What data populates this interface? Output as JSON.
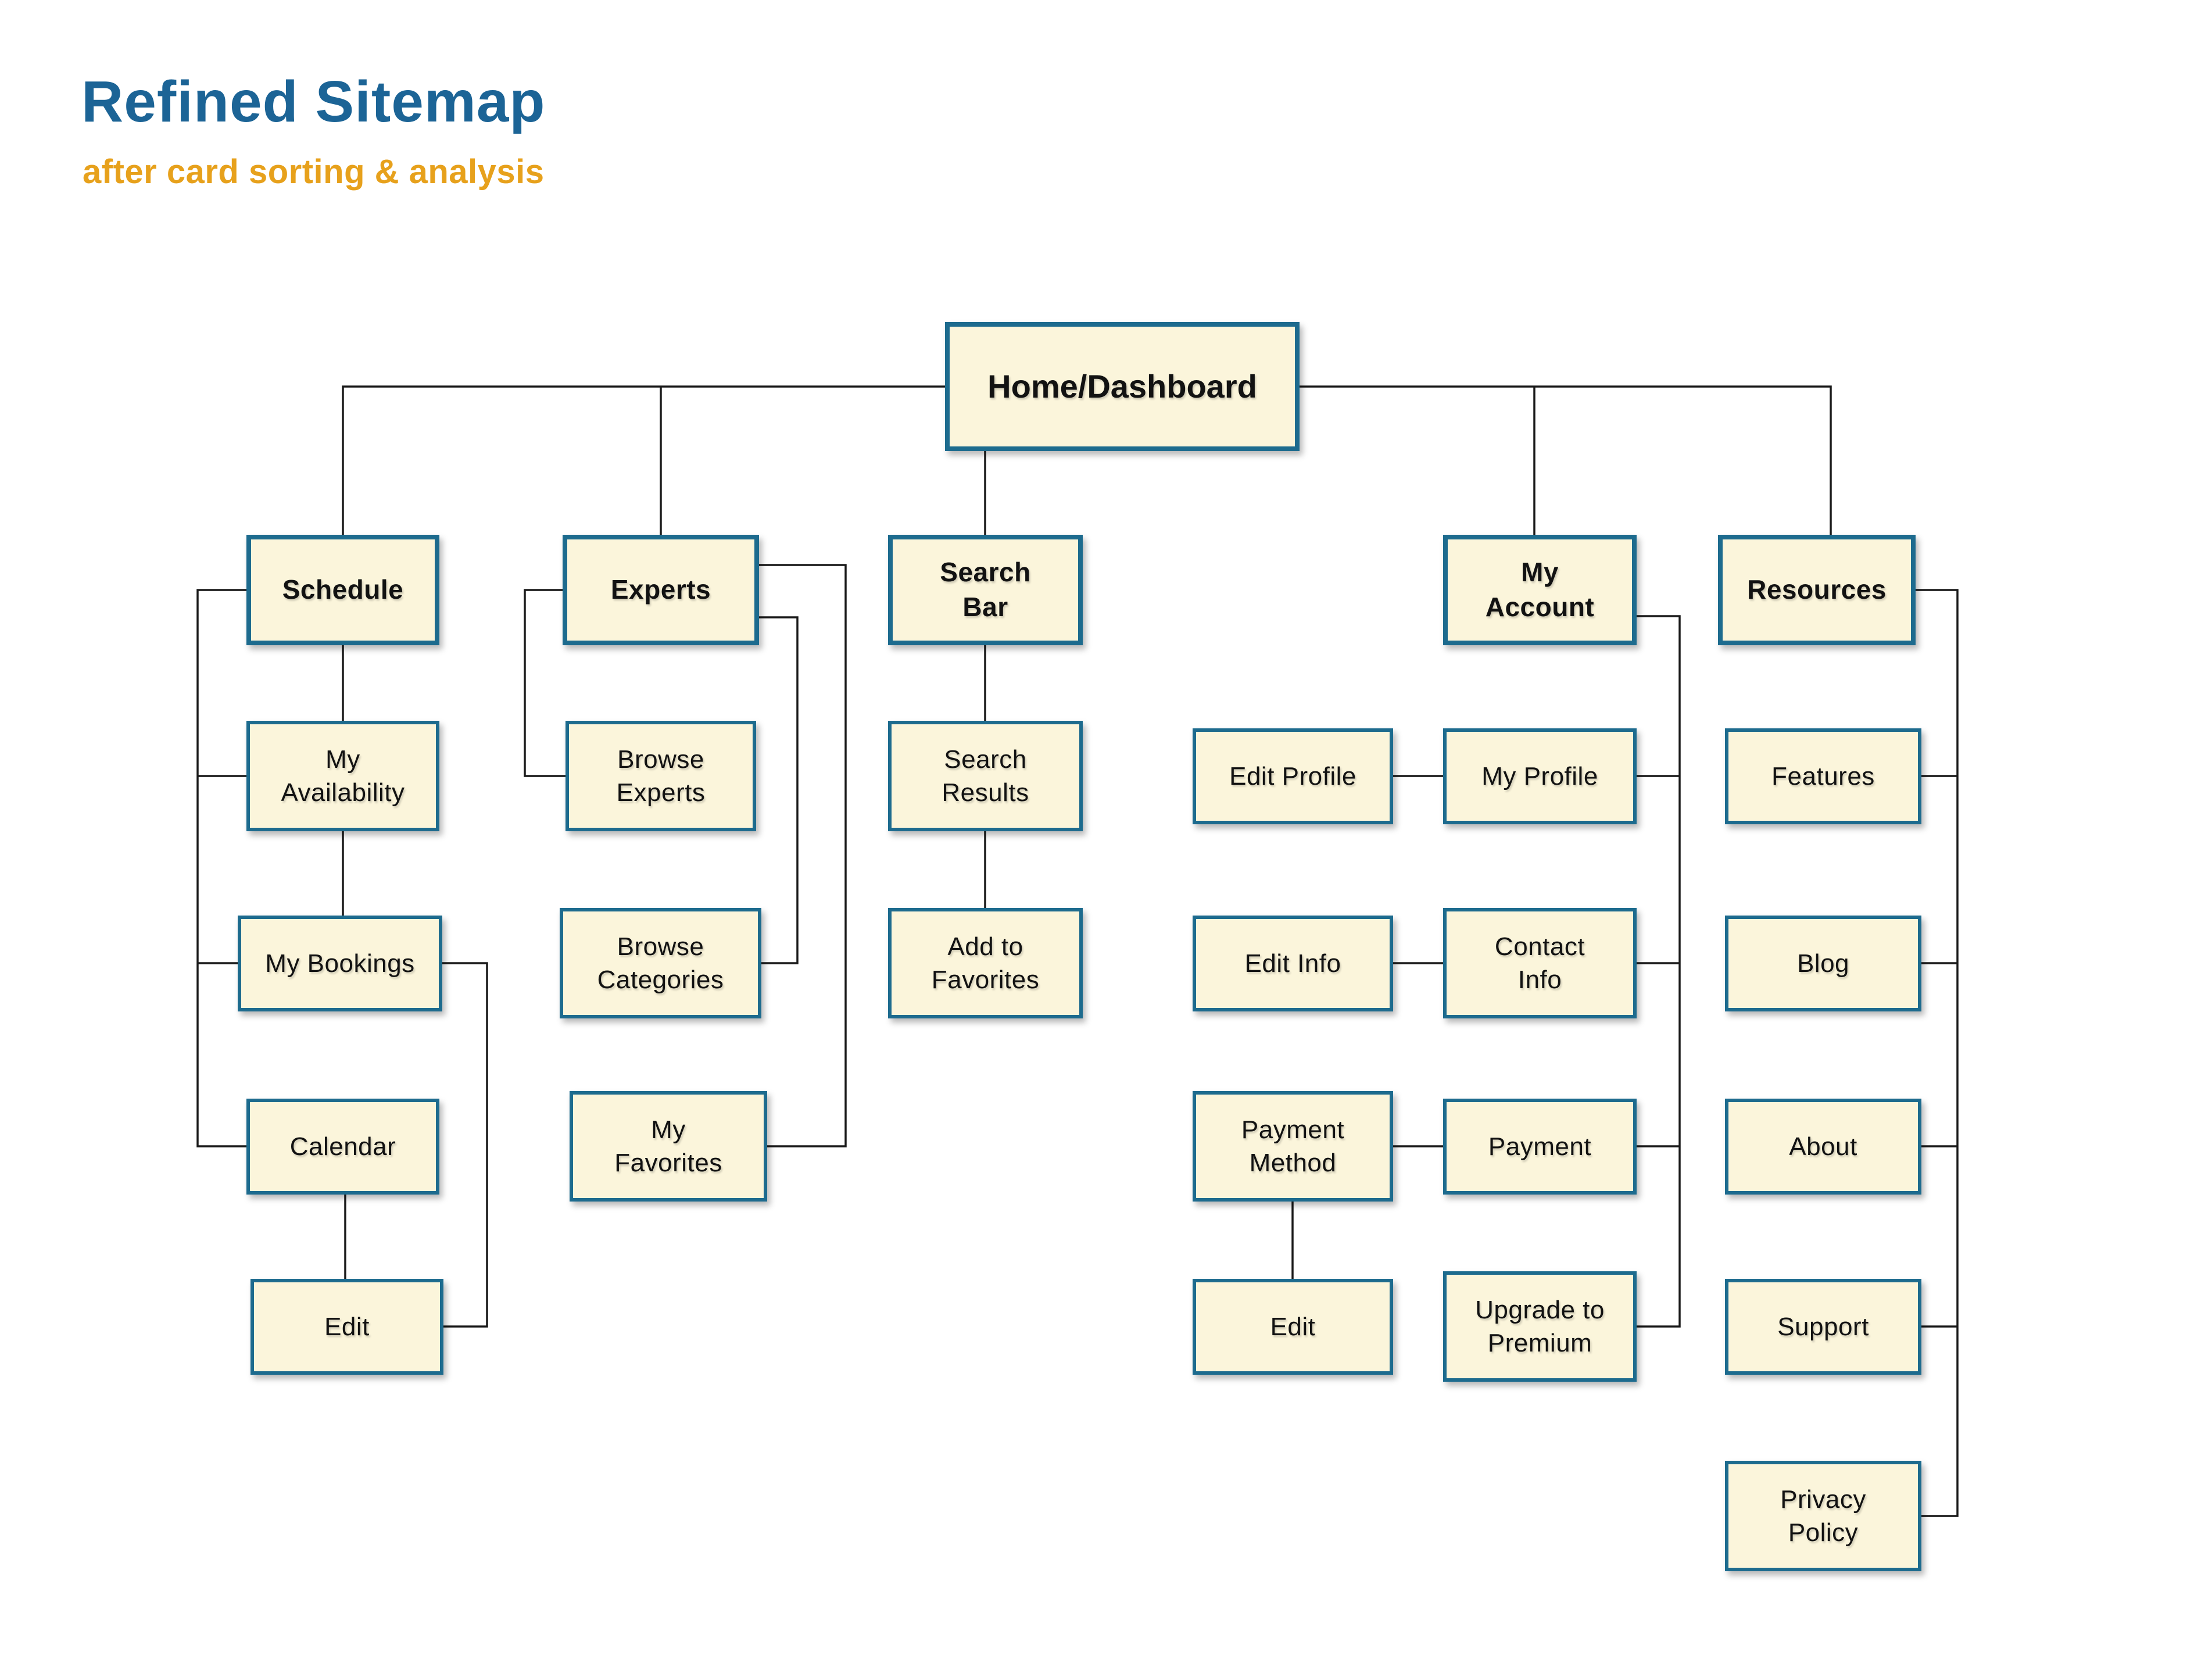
{
  "page": {
    "title": "Refined Sitemap",
    "subtitle": "after card sorting & analysis"
  },
  "colors": {
    "title": "#1C6496",
    "subtitle": "#E7A11C",
    "box_fill": "#FBF5DB",
    "box_border": "#1D6B8E",
    "line": "#1a1a1a",
    "node_text": "#121212",
    "page_bg": "#FFFFFF"
  },
  "nodes": {
    "home": {
      "label": "Home/Dashboard"
    },
    "schedule": {
      "label": "Schedule"
    },
    "my_availability": {
      "label": "My\nAvailability"
    },
    "my_bookings": {
      "label": "My Bookings"
    },
    "calendar": {
      "label": "Calendar"
    },
    "edit_schedule": {
      "label": "Edit"
    },
    "experts": {
      "label": "Experts"
    },
    "browse_experts": {
      "label": "Browse\nExperts"
    },
    "browse_categories": {
      "label": "Browse\nCategories"
    },
    "my_favorites": {
      "label": "My\nFavorites"
    },
    "search_bar": {
      "label": "Search\nBar"
    },
    "search_results": {
      "label": "Search\nResults"
    },
    "add_to_favorites": {
      "label": "Add to\nFavorites"
    },
    "my_account": {
      "label": "My\nAccount"
    },
    "edit_profile": {
      "label": "Edit Profile"
    },
    "edit_info": {
      "label": "Edit Info"
    },
    "payment_method": {
      "label": "Payment\nMethod"
    },
    "edit_payment": {
      "label": "Edit"
    },
    "my_profile": {
      "label": "My Profile"
    },
    "contact_info": {
      "label": "Contact\nInfo"
    },
    "payment": {
      "label": "Payment"
    },
    "upgrade_premium": {
      "label": "Upgrade to\nPremium"
    },
    "resources": {
      "label": "Resources"
    },
    "features": {
      "label": "Features"
    },
    "blog": {
      "label": "Blog"
    },
    "about": {
      "label": "About"
    },
    "support": {
      "label": "Support"
    },
    "privacy_policy": {
      "label": "Privacy\nPolicy"
    }
  }
}
